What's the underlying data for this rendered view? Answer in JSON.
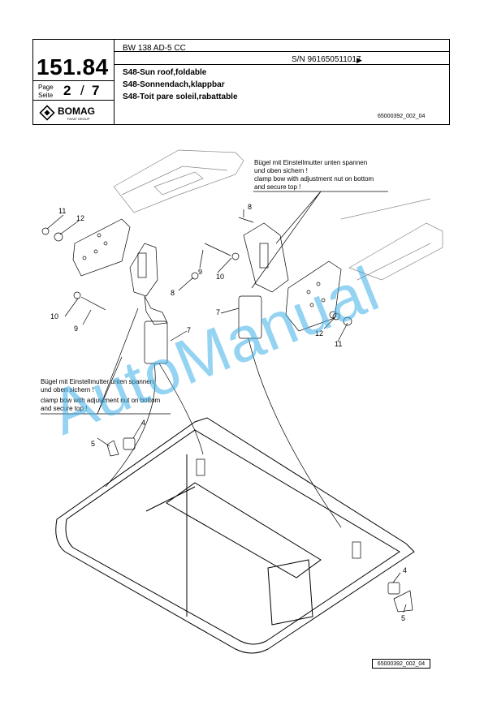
{
  "header": {
    "catalog_number": "151.84",
    "page_label_de": "Seite",
    "page_label_en": "Page",
    "page_current": "2",
    "page_separator": "/",
    "page_total": "7",
    "model": "BW 138 AD-5 CC",
    "serial": "S/N 961650511017",
    "serial_arrow": "▶",
    "titles": [
      "S48-Sun roof,foldable",
      "S48-Sonnendach,klappbar",
      "S48-Toit pare soleil,rabattable"
    ],
    "doc_id": "65000392_002_04",
    "brand": "BOMAG",
    "brand_sub": "FAYAT GROUP"
  },
  "drawing": {
    "note_top": [
      "Bügel mit Einstellmutter unten spannen",
      "und oben sichern !",
      "clamp bow with adjustment nut on bottom",
      "and secure top !"
    ],
    "note_left": [
      "Bügel mit Einstellmutter unten spannen",
      "und oben sichern !",
      "clamp bow with adjustment nut on bottom",
      "and secure top !"
    ],
    "callouts": [
      "11",
      "12",
      "8",
      "9",
      "10",
      "8",
      "9",
      "10",
      "7",
      "7",
      "12",
      "11",
      "4",
      "5",
      "4",
      "5"
    ],
    "footer_id": "65000392_002_04"
  },
  "watermark": "AutoManual",
  "colors": {
    "watermark": "#3cafe6",
    "line": "#000000"
  }
}
